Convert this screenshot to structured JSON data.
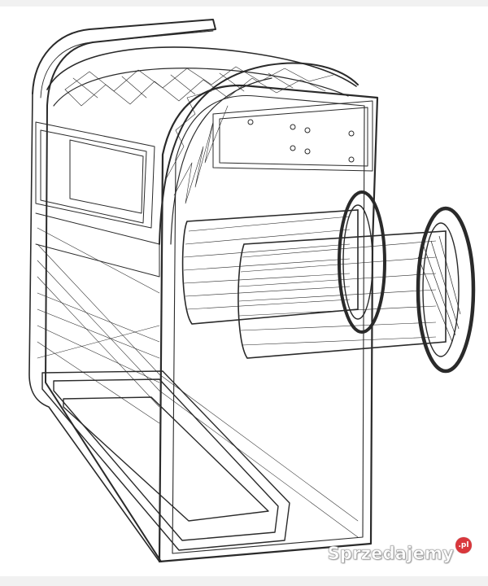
{
  "image": {
    "subject": "wireframe-housing-with-two-cylindrical-ports",
    "line_color": "#2a2a2a",
    "background_color": "#ffffff"
  },
  "watermark": {
    "text": "Sprzedajemy",
    "badge": ".pl",
    "badge_color": "#d9373c"
  }
}
